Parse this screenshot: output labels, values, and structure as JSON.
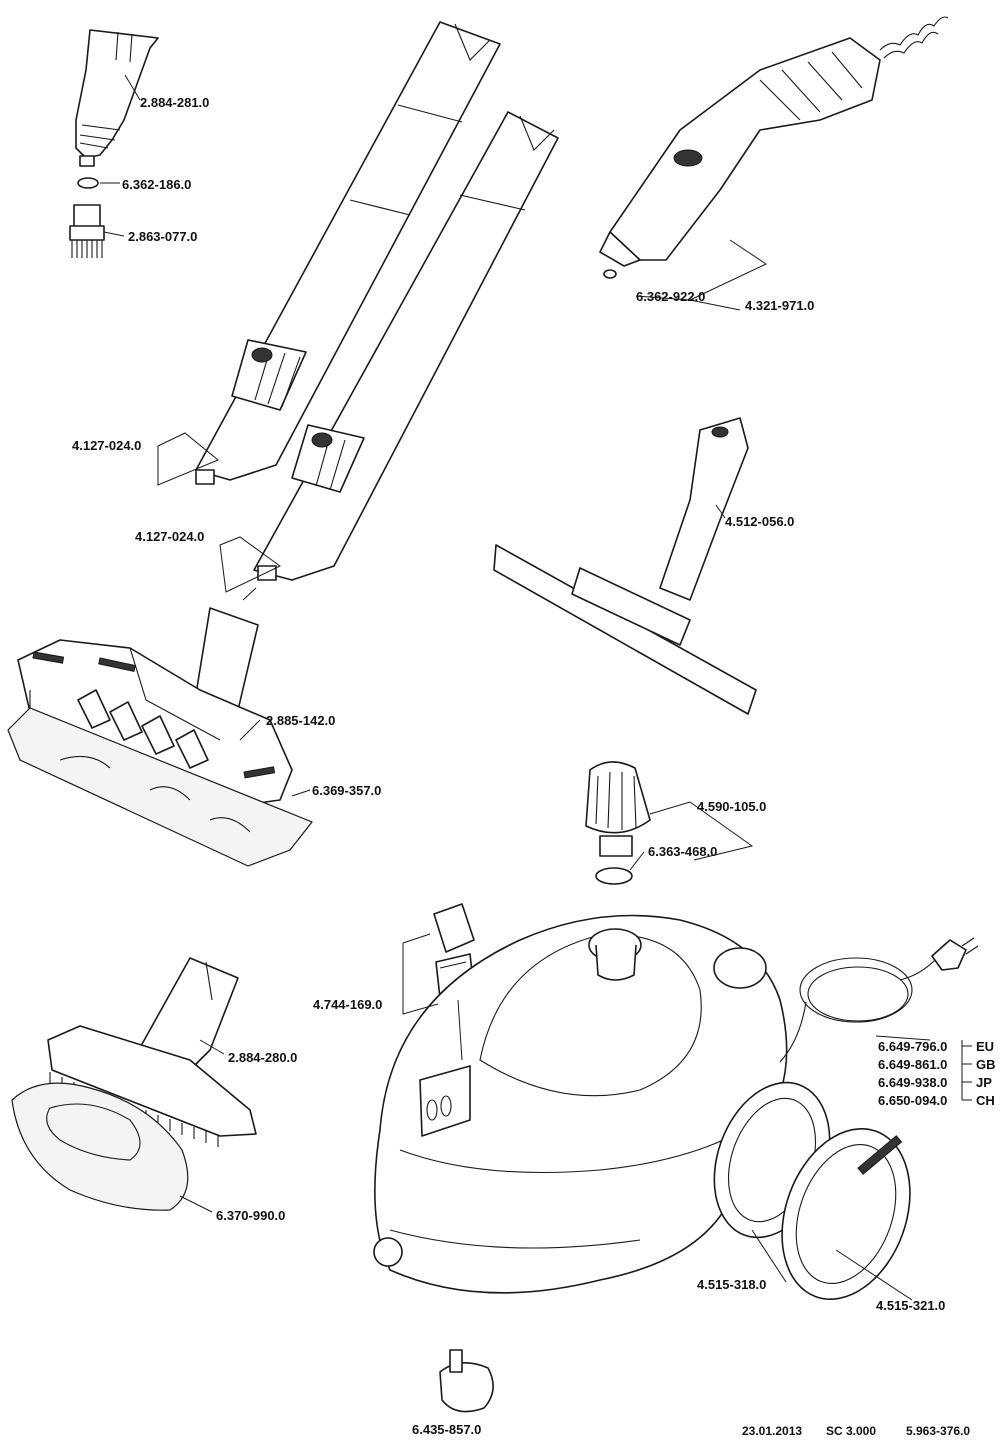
{
  "labels": {
    "p_2884_281": "2.884-281.0",
    "p_6362_186": "6.362-186.0",
    "p_2863_077": "2.863-077.0",
    "p_4127_024_a": "4.127-024.0",
    "p_4127_024_b": "4.127-024.0",
    "p_6362_922": "6.362-922.0",
    "p_4321_971": "4.321-971.0",
    "p_4512_056": "4.512-056.0",
    "p_2885_142": "2.885-142.0",
    "p_6369_357": "6.369-357.0",
    "p_4590_105": "4.590-105.0",
    "p_6363_468": "6.363-468.0",
    "p_4744_169": "4.744-169.0",
    "p_2884_280": "2.884-280.0",
    "p_6370_990": "6.370-990.0",
    "p_4515_318": "4.515-318.0",
    "p_4515_321": "4.515-321.0",
    "p_6435_857": "6.435-857.0"
  },
  "cable_variants": [
    {
      "part": "6.649-796.0",
      "region": "EU"
    },
    {
      "part": "6.649-861.0",
      "region": "GB"
    },
    {
      "part": "6.649-938.0",
      "region": "JP"
    },
    {
      "part": "6.650-094.0",
      "region": "CH"
    }
  ],
  "footer": {
    "date": "23.01.2013",
    "model": "SC 3.000",
    "doc_number": "5.963-376.0"
  }
}
